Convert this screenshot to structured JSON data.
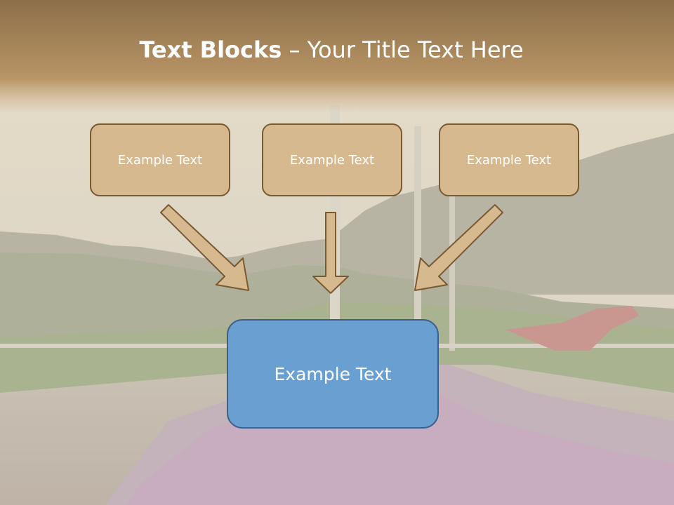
{
  "title": {
    "bold": "Text Blocks",
    "rest": " – Your Title Text Here"
  },
  "blocks": {
    "top_left": "Example Text",
    "top_center": "Example Text",
    "top_right": "Example Text",
    "bottom": "Example Text"
  },
  "colors": {
    "header_band": "#a4804f",
    "small_box_fill": "#d7b98f",
    "small_box_border": "#7a5a30",
    "big_box_fill": "#6a9fd2",
    "big_box_border": "#3b5f8f",
    "arrow_fill": "#d7b98f"
  }
}
